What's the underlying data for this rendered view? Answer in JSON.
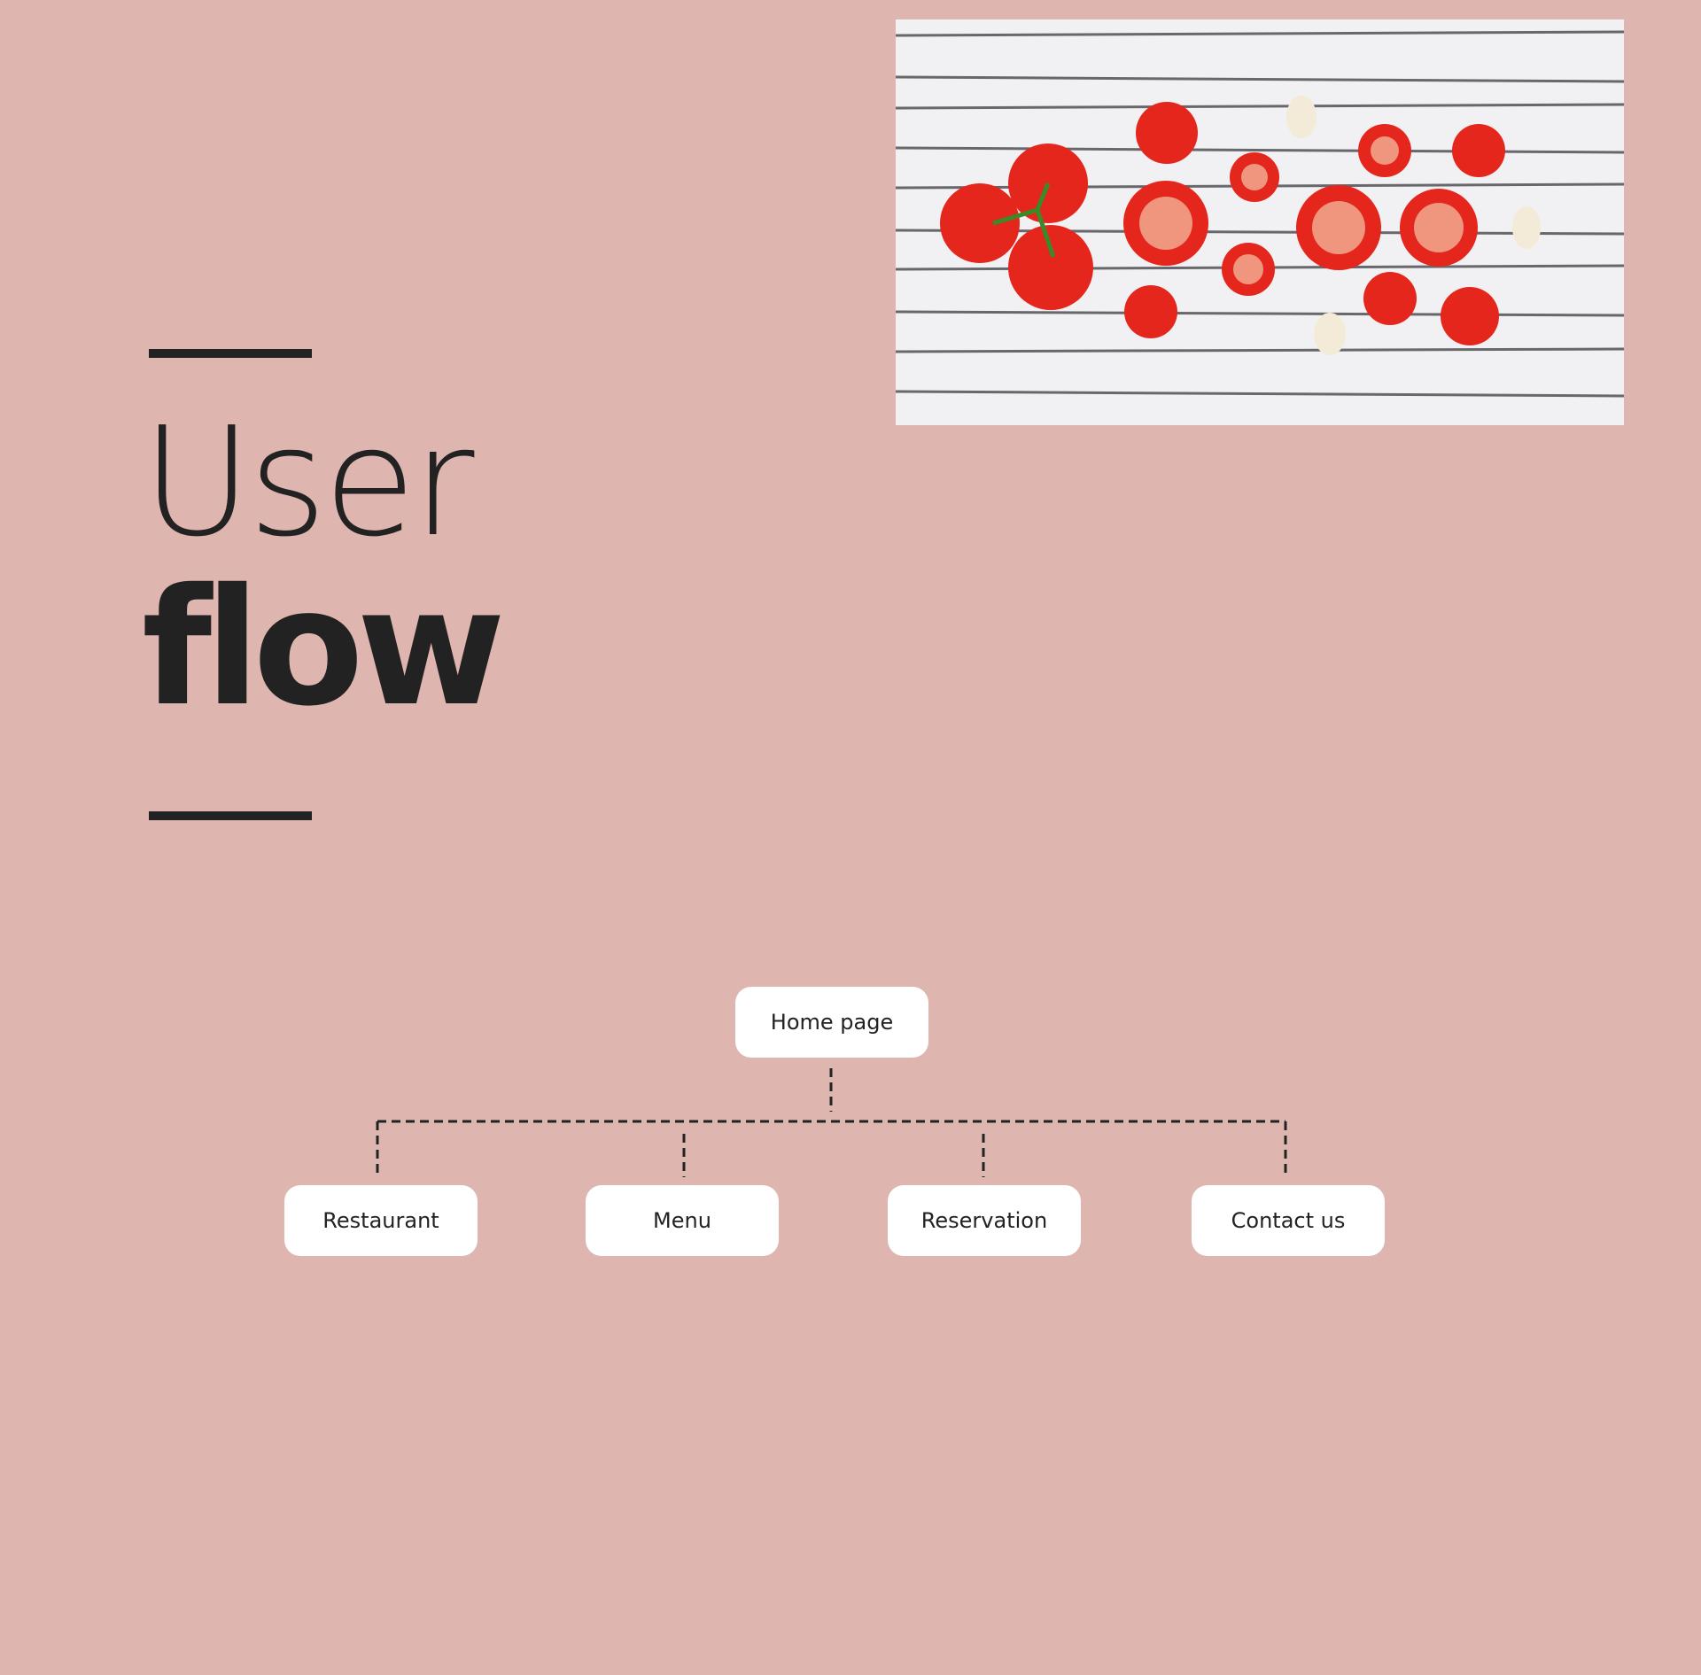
{
  "title": {
    "line1": "User",
    "line2": "flow"
  },
  "flow": {
    "root": "Home page",
    "children": [
      "Restaurant",
      "Menu",
      "Reservation",
      "Contact us"
    ]
  },
  "colors": {
    "background": "#dfb5af",
    "node": "#ffffff",
    "text": "#222222",
    "tomato": "#e5261c"
  }
}
